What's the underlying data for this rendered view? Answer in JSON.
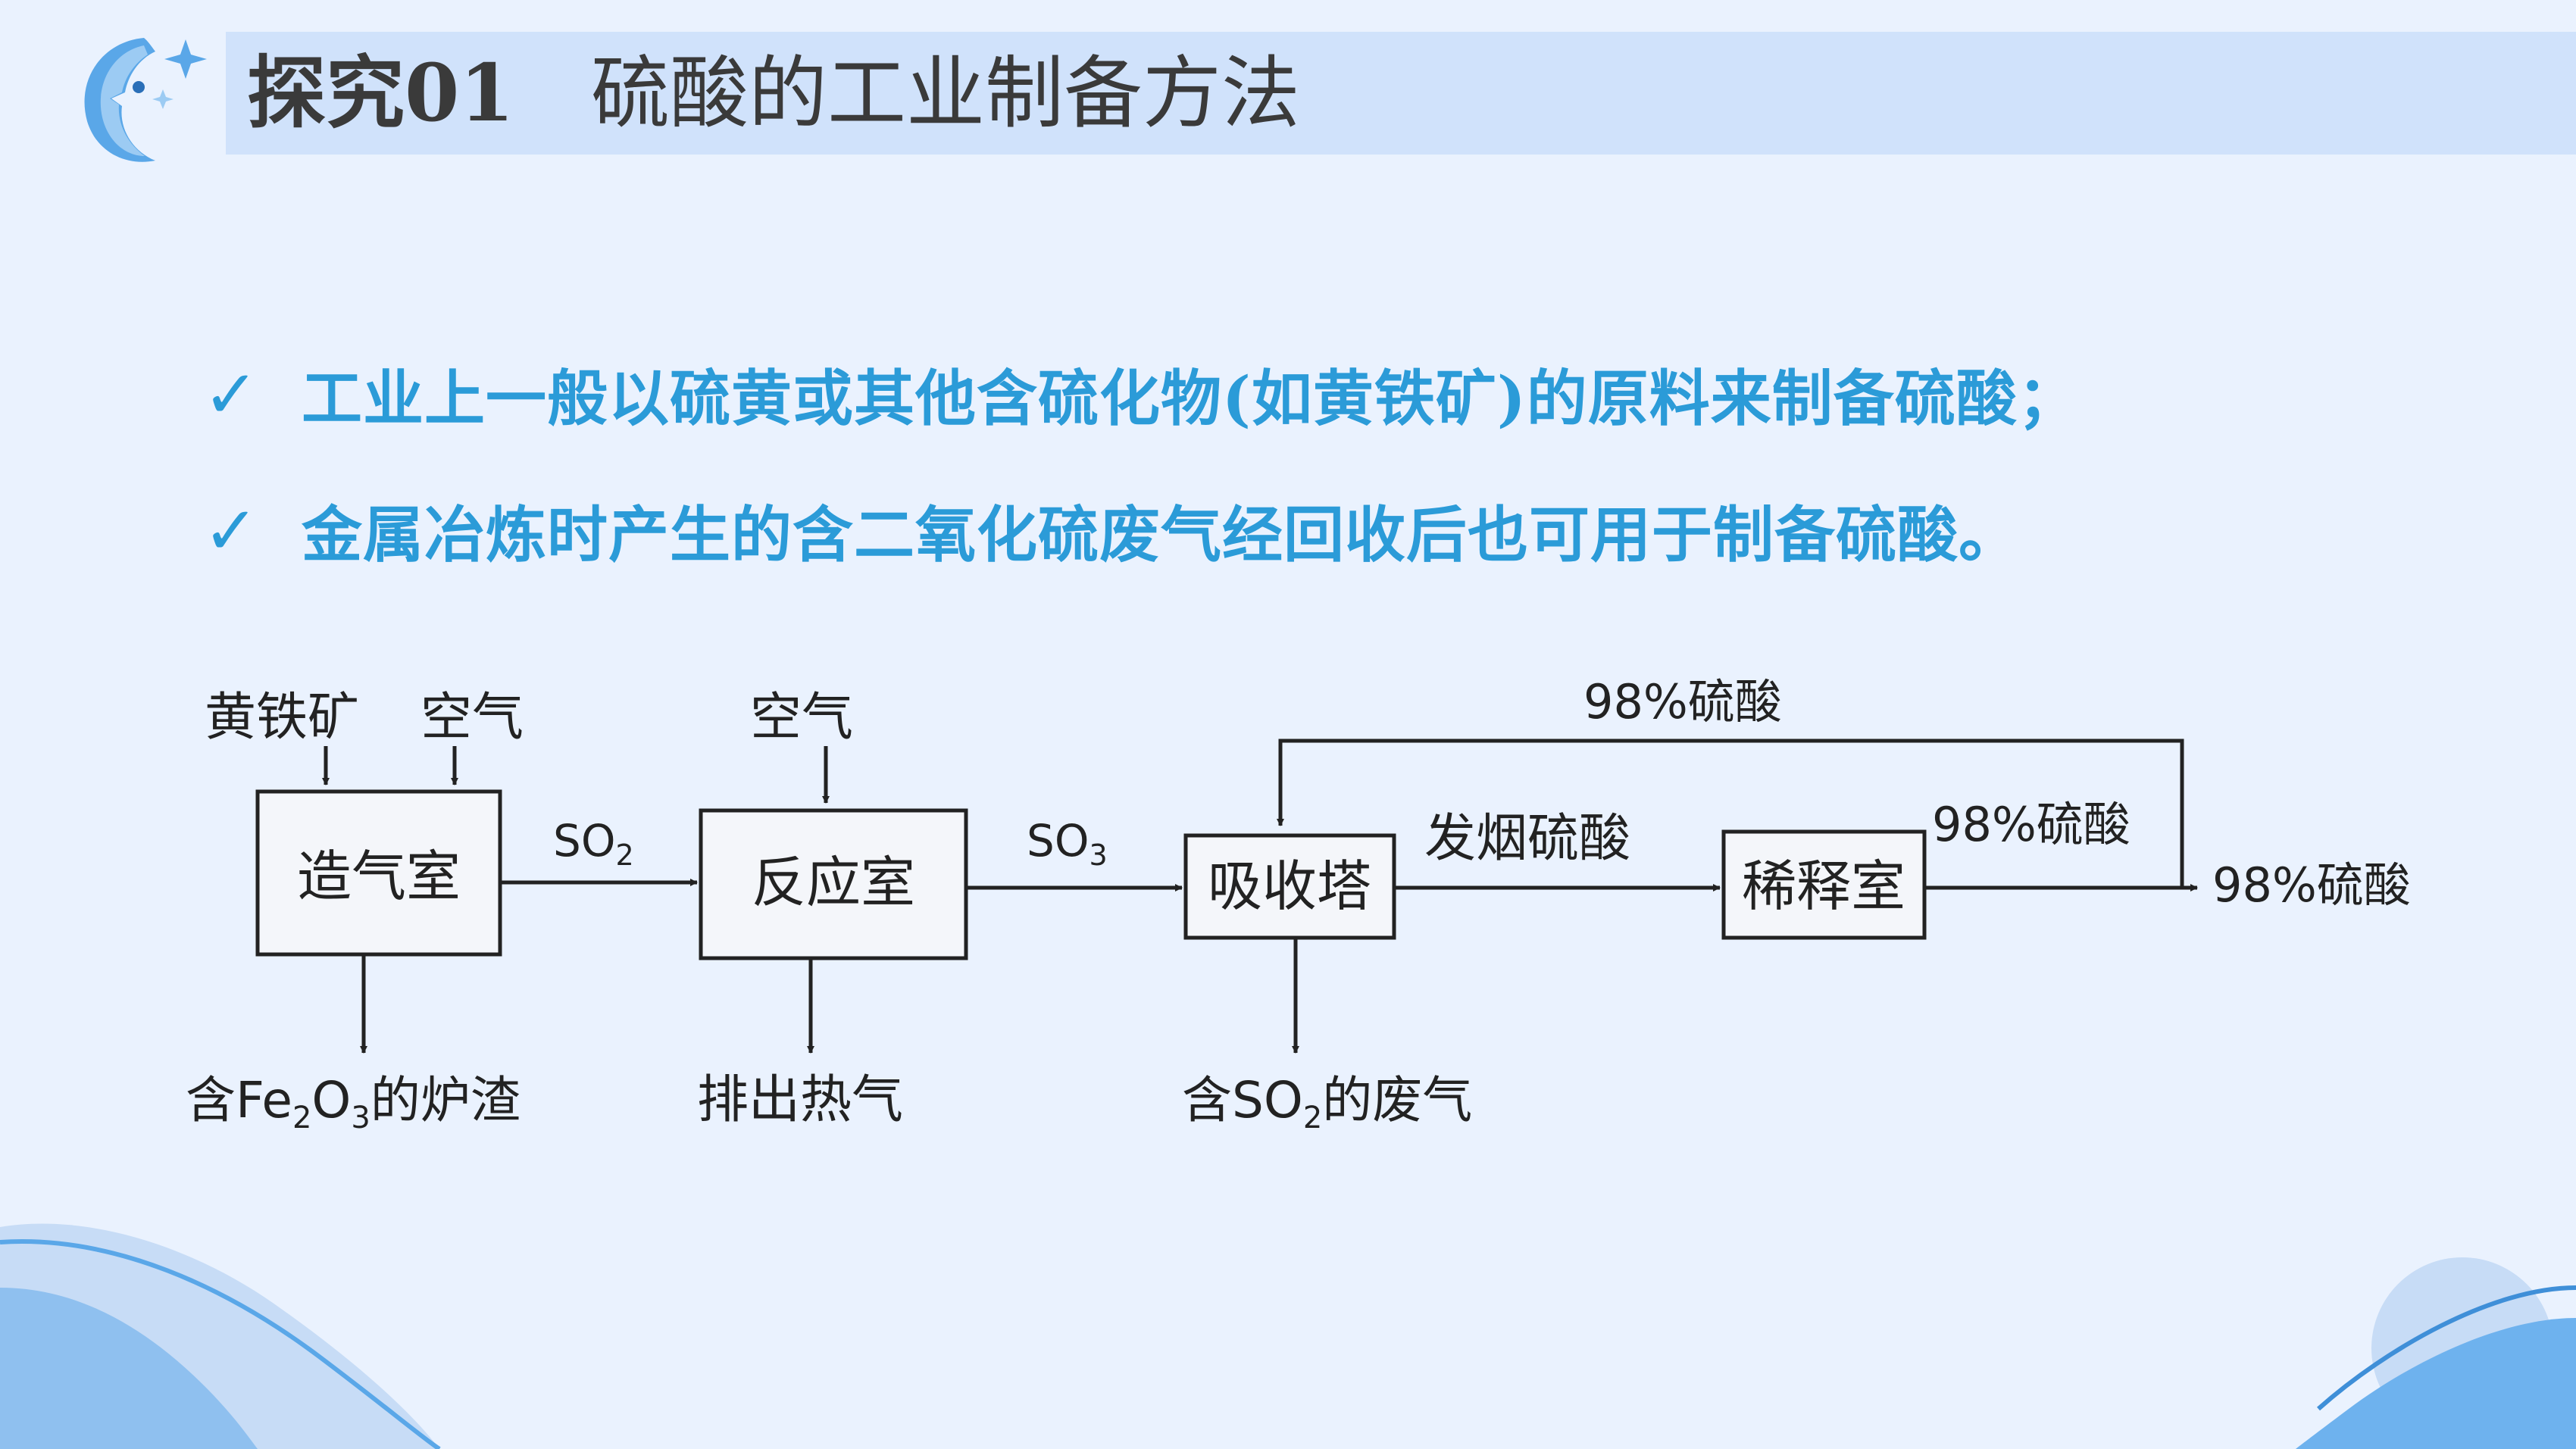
{
  "header": {
    "title_prefix": "探究01",
    "title_main": "硫酸的工业制备方法"
  },
  "bullets": [
    "工业上一般以硫黄或其他含硫化物(如黄铁矿)的原料来制备硫酸；",
    "金属冶炼时产生的含二氧化硫废气经回收后也可用于制备硫酸。"
  ],
  "check_glyph": "✓",
  "flow": {
    "inputs": {
      "pyrite": "黄铁矿",
      "air1": "空气",
      "air2": "空气"
    },
    "boxes": {
      "furnace": "造气室",
      "reactor": "反应室",
      "absorber": "吸收塔",
      "diluter": "稀释室"
    },
    "streams": {
      "so2_main": "SO",
      "so2_sub": "2",
      "so3_main": "SO",
      "so3_sub": "3",
      "oleum": "发烟硫酸",
      "acid_recycle": "98%硫酸",
      "acid_mid": "98%硫酸",
      "acid_out": "98%硫酸"
    },
    "outputs": {
      "slag_pre": "含Fe",
      "slag_sub1": "2",
      "slag_mid": "O",
      "slag_sub2": "3",
      "slag_post": "的炉渣",
      "hot_gas": "排出热气",
      "waste_pre": "含SO",
      "waste_sub": "2",
      "waste_post": "的废气"
    }
  },
  "colors": {
    "background": "#eaf2fe",
    "title_bar": "#d0e2fb",
    "accent": "#2b9bd8",
    "wave": "#5aa7e8"
  }
}
